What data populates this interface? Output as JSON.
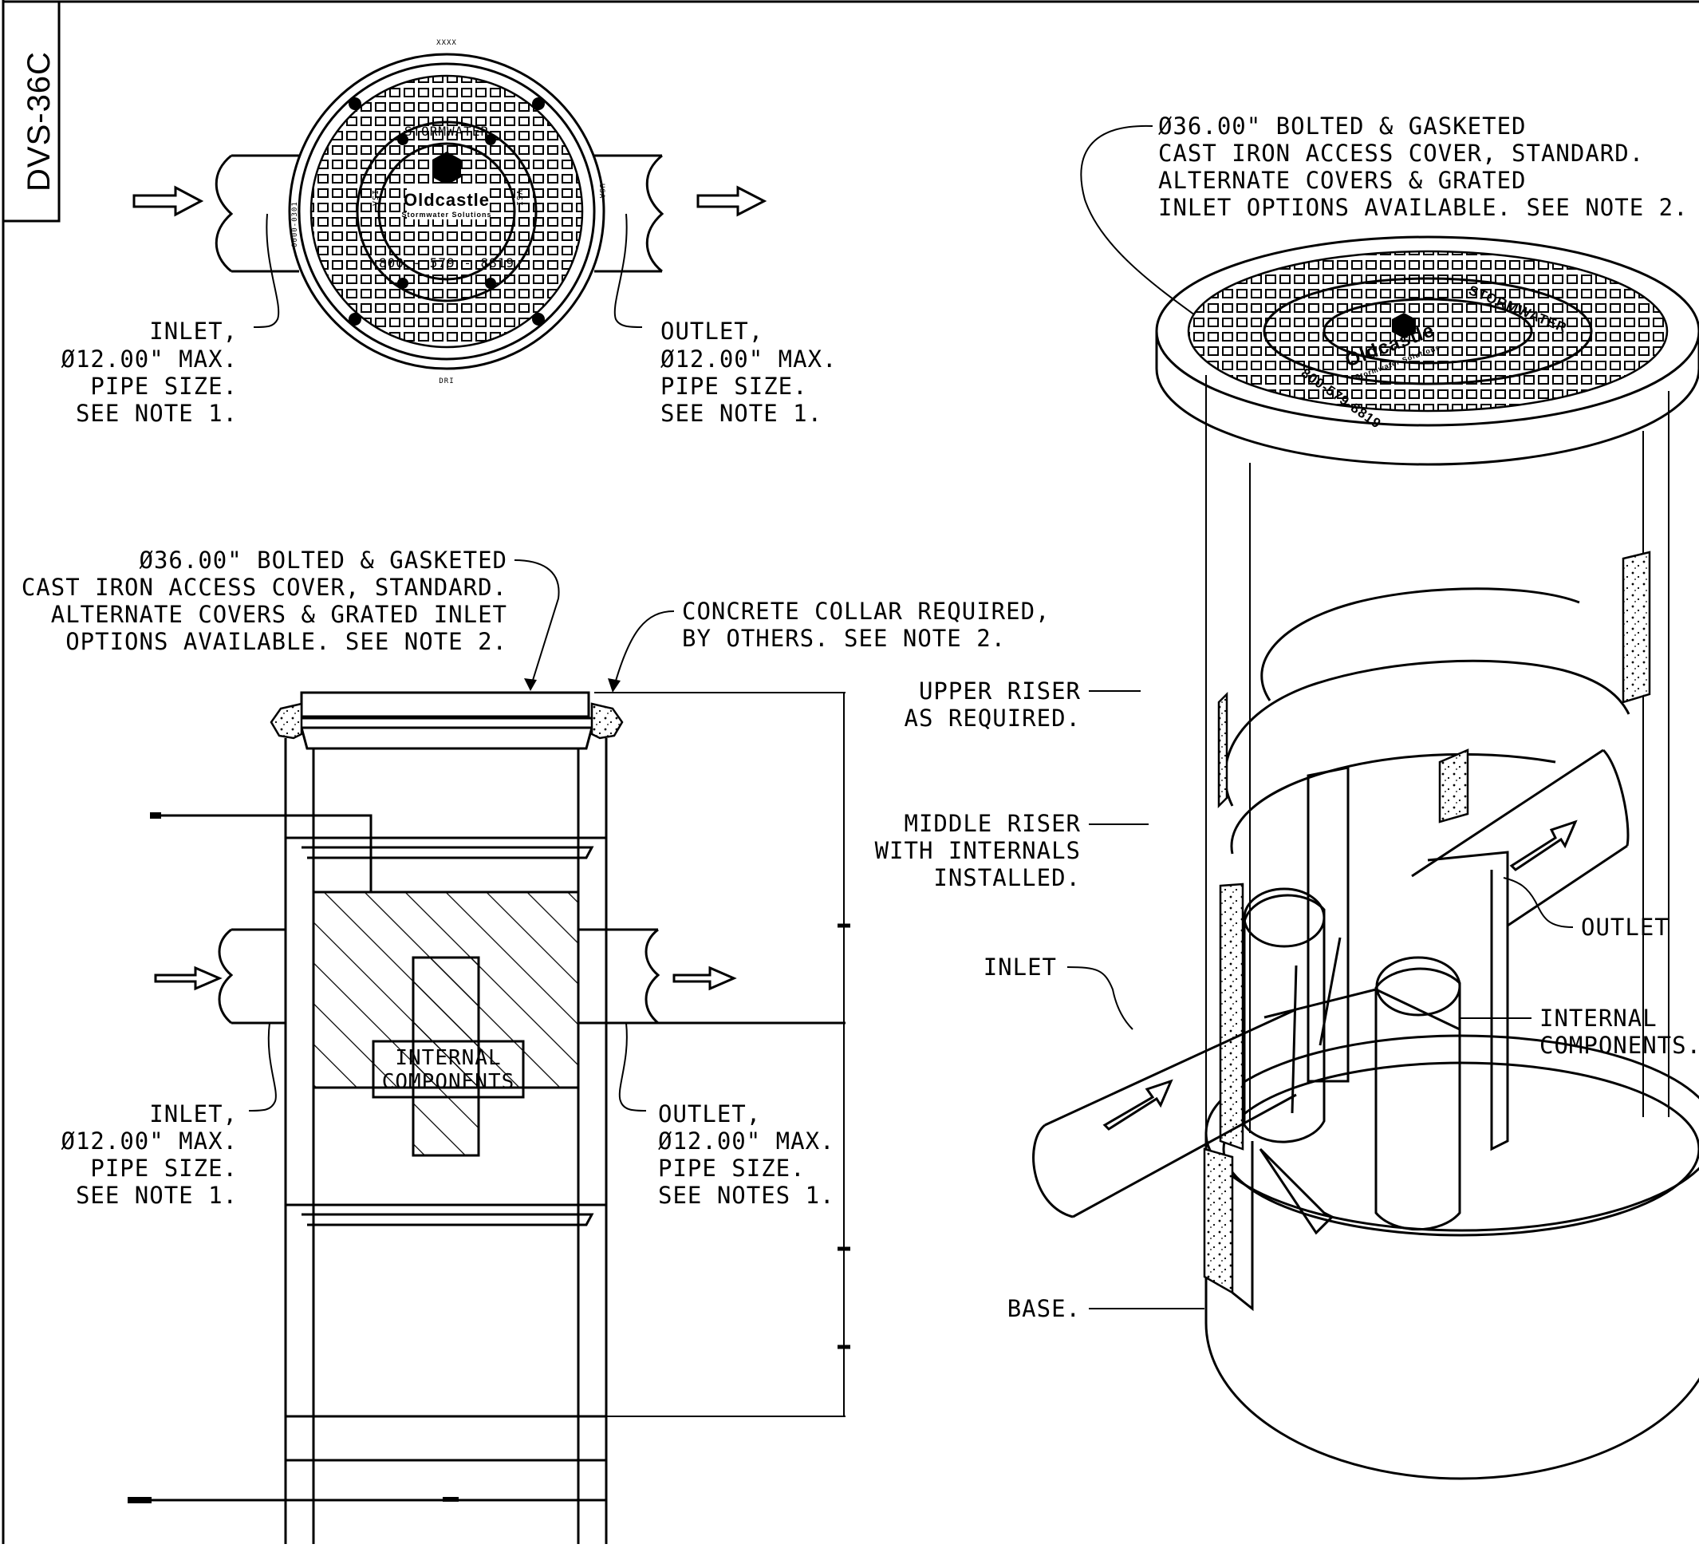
{
  "drawing": {
    "model_tag": "DVS-36C"
  },
  "plan_view": {
    "cover_text": {
      "top": "XXXX",
      "ring": "STORMWATER",
      "brand": "Oldcastle",
      "brand_sub": "Stormwater Solutions",
      "phone": "800 - 579 - 8819",
      "left_code": "0000-0301",
      "right_code": "USA",
      "bottom": "DRI",
      "left_small": "VSI",
      "right_small": "VSI"
    },
    "inlet_label": [
      "INLET,",
      "Ø12.00\" MAX.",
      "PIPE SIZE.",
      "SEE NOTE 1."
    ],
    "outlet_label": [
      "OUTLET,",
      "Ø12.00\" MAX.",
      "PIPE SIZE.",
      "SEE NOTE 1."
    ]
  },
  "section_view": {
    "cover_label": [
      "Ø36.00\" BOLTED & GASKETED",
      "CAST IRON ACCESS COVER, STANDARD.",
      "ALTERNATE COVERS & GRATED INLET",
      "OPTIONS AVAILABLE. SEE NOTE 2."
    ],
    "collar_label": [
      "CONCRETE COLLAR REQUIRED,",
      "BY OTHERS. SEE NOTE 2."
    ],
    "internal_label": [
      "INTERNAL",
      "COMPONENTS"
    ],
    "inlet_label": [
      "INLET,",
      "Ø12.00\" MAX.",
      "PIPE SIZE.",
      "SEE NOTE 1."
    ],
    "outlet_label": [
      "OUTLET,",
      "Ø12.00\" MAX.",
      "PIPE SIZE.",
      "SEE NOTES 1."
    ]
  },
  "iso_view": {
    "cover_label": [
      "Ø36.00\" BOLTED & GASKETED",
      "CAST IRON ACCESS COVER, STANDARD.",
      "ALTERNATE COVERS & GRATED",
      "INLET OPTIONS AVAILABLE. SEE NOTE 2."
    ],
    "cover_text": {
      "ring": "STORMWATER",
      "brand": "Oldcastle",
      "brand_sub": "Stormwater Solutions",
      "phone": "800-579-8819"
    },
    "upper_riser_label": [
      "UPPER RISER",
      "AS REQUIRED."
    ],
    "middle_riser_label": [
      "MIDDLE RISER",
      "WITH INTERNALS",
      "INSTALLED."
    ],
    "inlet_label": "INLET",
    "outlet_label": "OUTLET",
    "internal_label": [
      "INTERNAL",
      "COMPONENTS."
    ],
    "base_label": "BASE."
  }
}
